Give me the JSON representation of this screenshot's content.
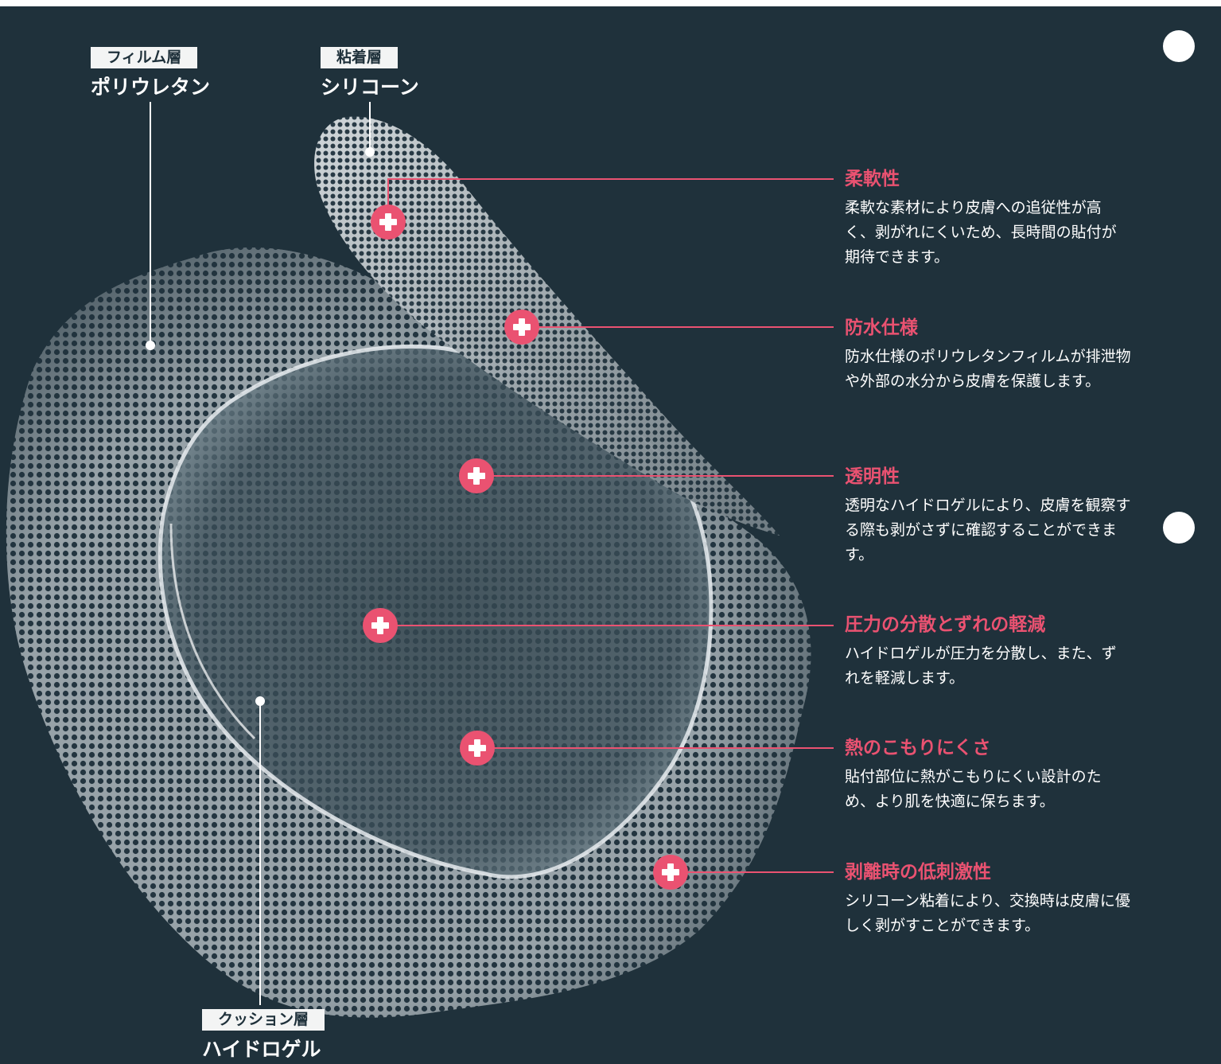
{
  "layers": [
    {
      "tag": "フィルム層",
      "name": "ポリウレタン"
    },
    {
      "tag": "粘着層",
      "name": "シリコーン"
    },
    {
      "tag": "クッション層",
      "name": "ハイドロゲル"
    }
  ],
  "features": [
    {
      "title": "柔軟性",
      "desc": "柔軟な素材により皮膚への追従性が高く、剥がれにくいため、長時間の貼付が期待できます。"
    },
    {
      "title": "防水仕様",
      "desc": "防水仕様のポリウレタンフィルムが排泄物や外部の水分から皮膚を保護します。"
    },
    {
      "title": "透明性",
      "desc": "透明なハイドロゲルにより、皮膚を観察する際も剥がさずに確認することができます。"
    },
    {
      "title": "圧力の分散とずれの軽減",
      "desc": "ハイドロゲルが圧力を分散し、また、ずれを軽減します。"
    },
    {
      "title": "熱のこもりにくさ",
      "desc": "貼付部位に熱がこもりにくい設計のため、より肌を快適に保ちます。"
    },
    {
      "title": "剥離時の低刺激性",
      "desc": "シリコーン粘着により、交換時は皮膚に優しく剥がすことができます。"
    }
  ],
  "colors": {
    "background": "#1f313b",
    "accent": "#ea5271",
    "text": "#ffffff",
    "tag_background": "#f3f4f4"
  },
  "icons": {
    "marker": "plus-marker-icon",
    "nav": "nav-dot-icon"
  }
}
